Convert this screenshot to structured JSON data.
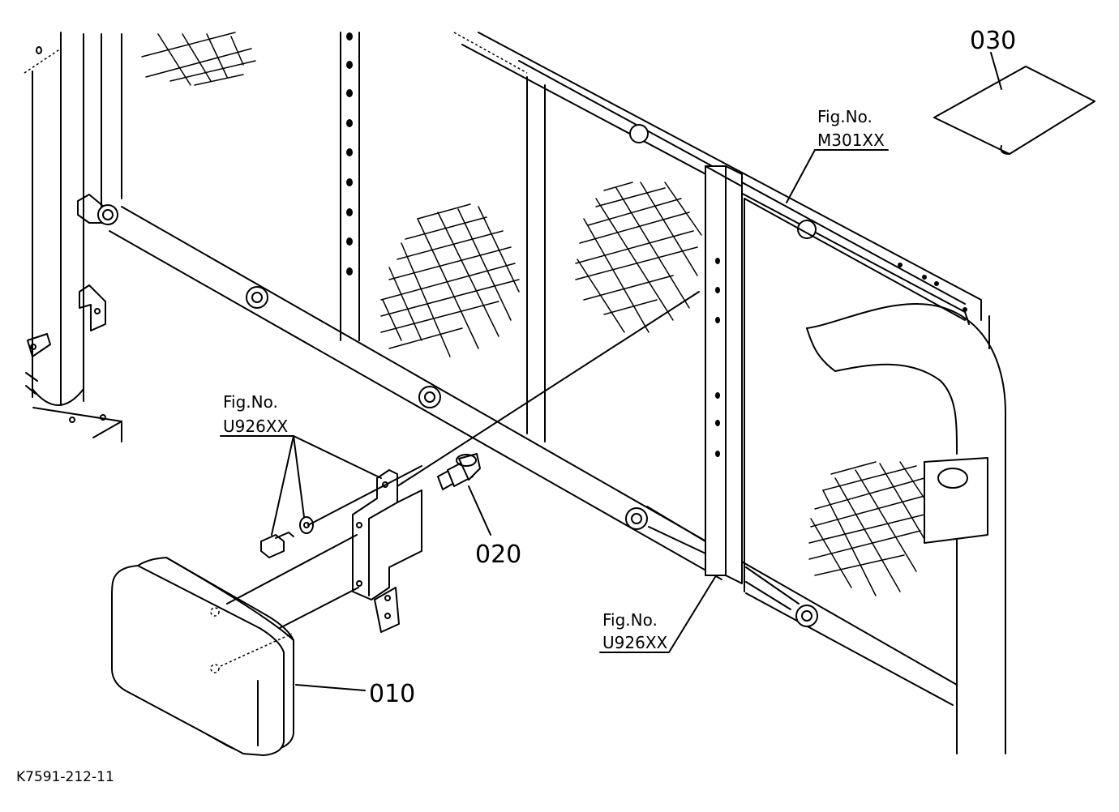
{
  "callouts": {
    "part_010": "010",
    "part_020": "020",
    "part_030": "030"
  },
  "references": {
    "ref_left_top": "Fig.No.",
    "ref_left_bottom": "U926XX",
    "ref_right_top": "Fig.No.",
    "ref_right_bottom": "M301XX",
    "ref_bottom_top": "Fig.No.",
    "ref_bottom_bottom": "U926XX"
  },
  "footer": {
    "drawing_id": "K7591-212-11"
  }
}
